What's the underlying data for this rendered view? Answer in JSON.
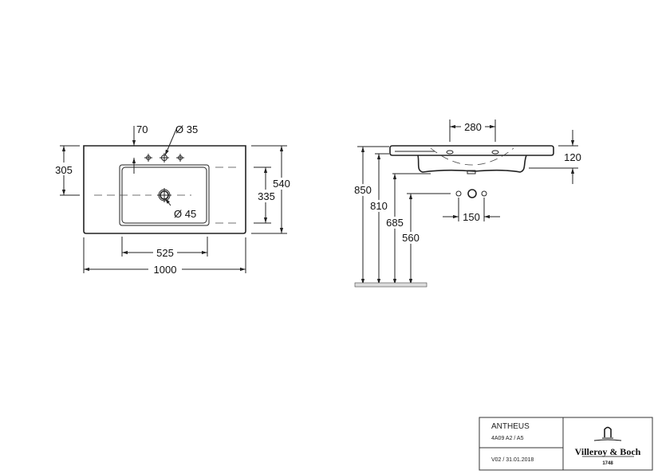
{
  "top_view": {
    "dim_width_overall": "1000",
    "dim_width_bowl": "525",
    "dim_depth_overall": "540",
    "dim_depth_bowl": "335",
    "dim_depth_to_drain": "305",
    "dim_tap_offset": "70",
    "tap_hole": "Ø 35",
    "drain_hole": "Ø 45"
  },
  "side_view": {
    "dim_tap_spacing": "280",
    "dim_height": "120",
    "dim_850": "850",
    "dim_810": "810",
    "dim_685": "685",
    "dim_560": "560",
    "dim_supply_spacing": "150"
  },
  "title_block": {
    "product": "ANTHEUS",
    "article": "4A09 A2 / A5",
    "version": "V02 / 31.01.2018",
    "brand": "Villeroy & Boch",
    "brand_year": "1748"
  }
}
